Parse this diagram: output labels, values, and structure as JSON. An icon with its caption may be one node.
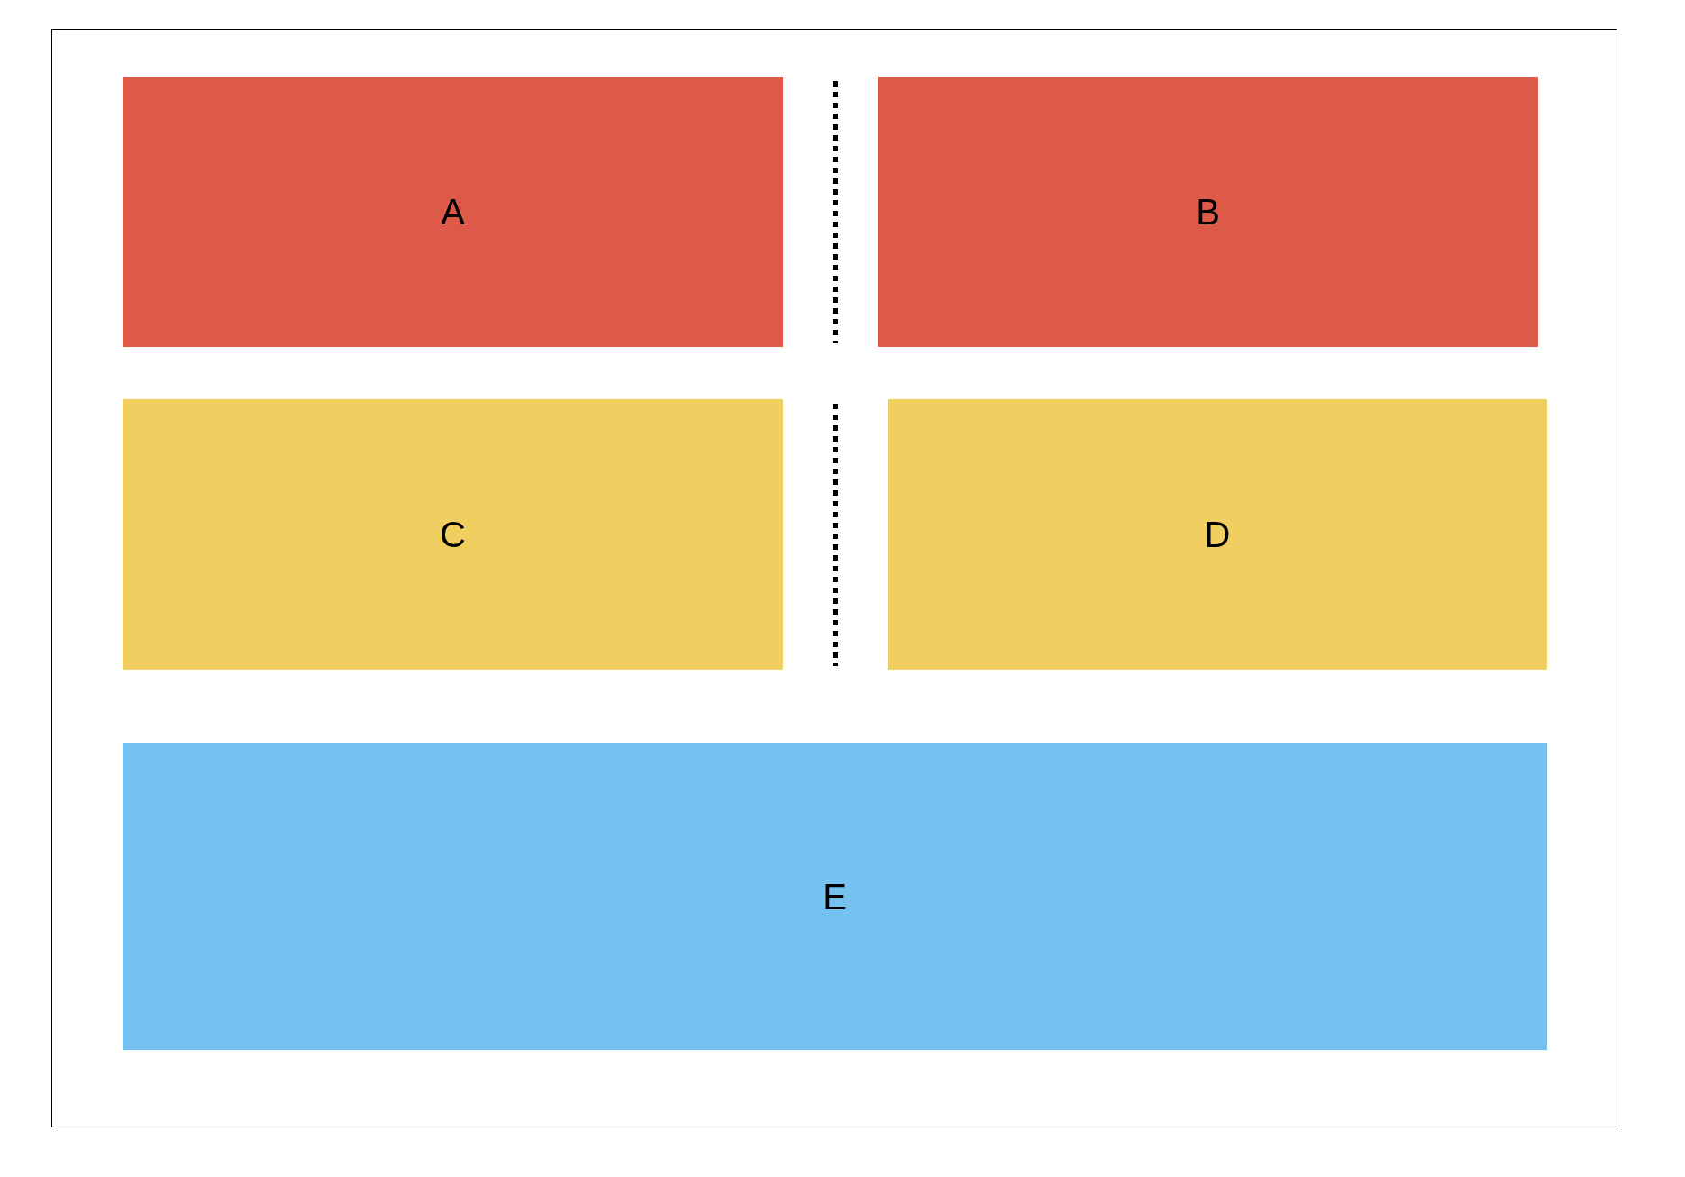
{
  "diagram": {
    "nodes": [
      {
        "text": [
          "A"
        ]
      },
      {
        "text": [
          "B"
        ]
      },
      {
        "text": [
          "C"
        ]
      },
      {
        "text": [
          "D"
        ]
      },
      {
        "text": [
          "E"
        ]
      }
    ]
  }
}
